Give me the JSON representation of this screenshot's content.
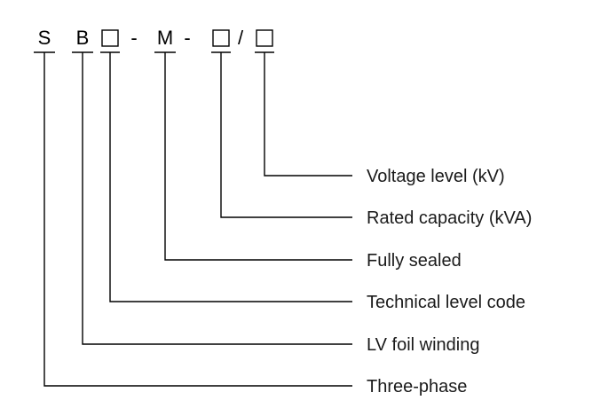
{
  "code": {
    "s": "S",
    "b": "B",
    "dash1": "-",
    "m": "M",
    "dash2": "-",
    "slash": "/"
  },
  "labels": [
    "Voltage level (kV)",
    "Rated capacity (kVA)",
    "Fully sealed",
    "Technical level code",
    "LV foil winding",
    "Three-phase"
  ]
}
